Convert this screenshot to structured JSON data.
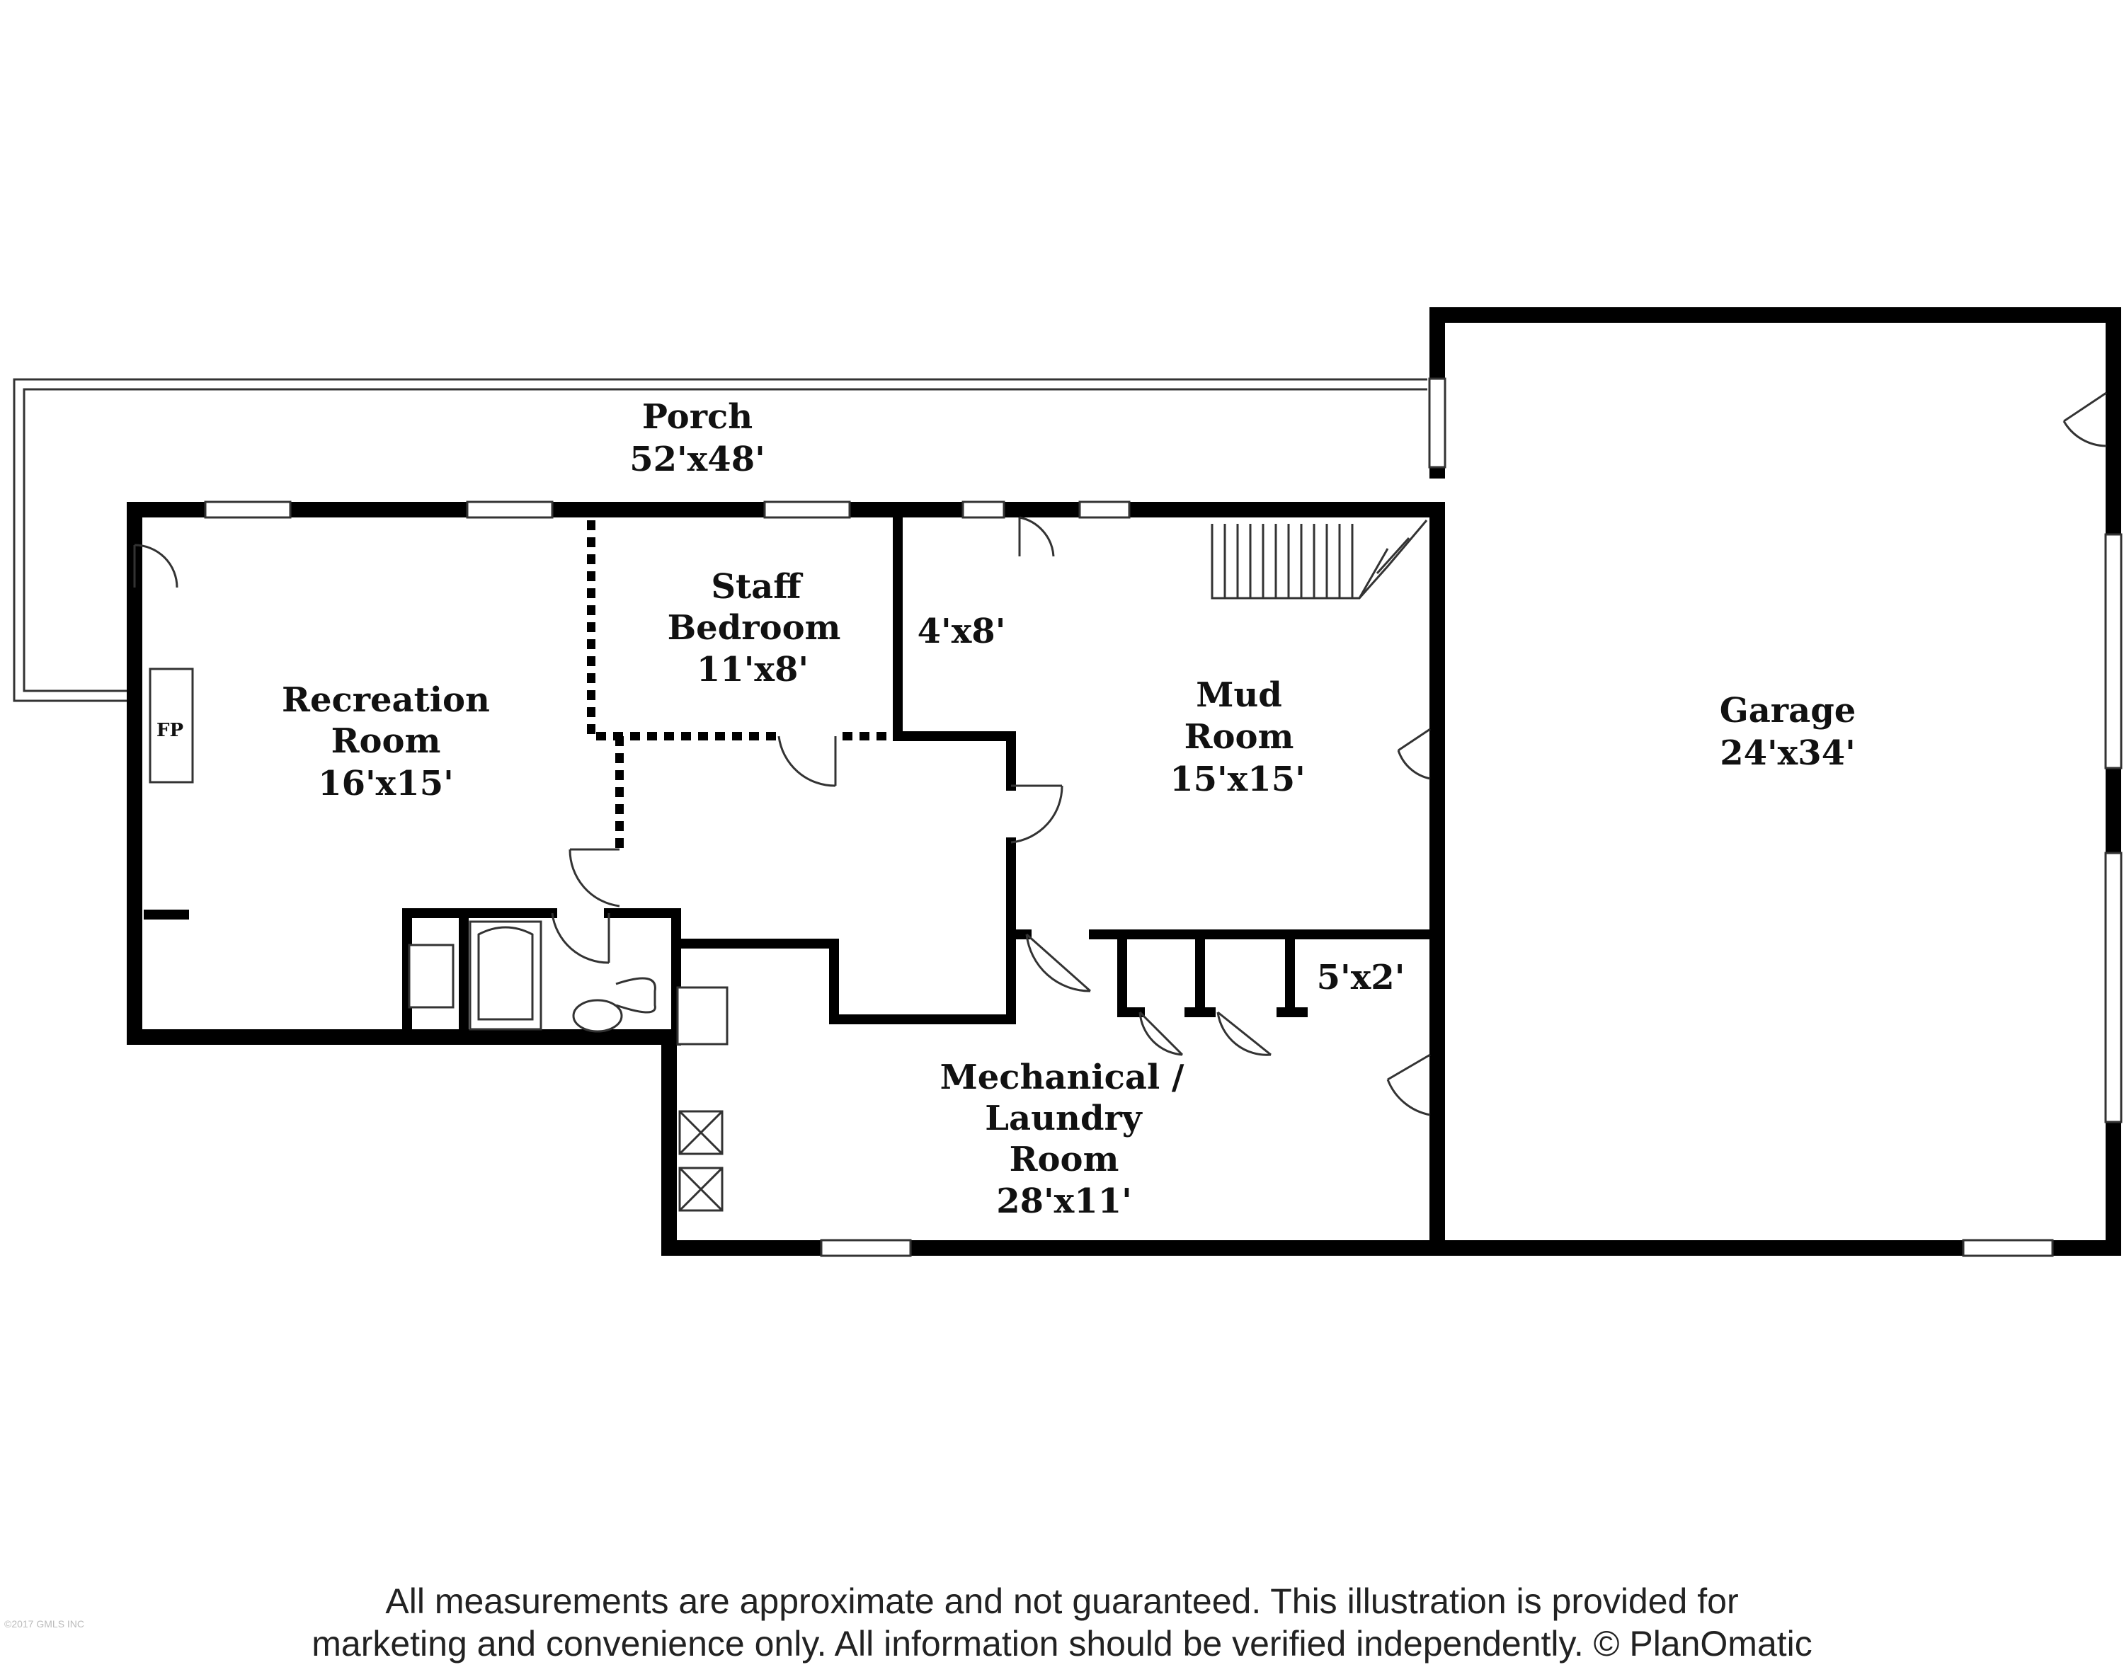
{
  "rooms": {
    "porch": {
      "name": "Porch",
      "size": "52'x48'"
    },
    "staff_bedroom": {
      "name_line1": "Staff",
      "name_line2": "Bedroom",
      "size": "11'x8'"
    },
    "closet_4x8": {
      "size": "4'x8'"
    },
    "recreation_room": {
      "name_line1": "Recreation",
      "name_line2": "Room",
      "size": "16'x15'"
    },
    "mud_room": {
      "name_line1": "Mud",
      "name_line2": "Room",
      "size": "15'x15'"
    },
    "garage": {
      "name": "Garage",
      "size": "24'x34'"
    },
    "closet_5x2": {
      "size": "5'x2'"
    },
    "mechanical": {
      "name_line1": "Mechanical /",
      "name_line2": "Laundry",
      "name_line3": "Room",
      "size": "28'x11'"
    }
  },
  "fireplace_label": "FP",
  "disclaimer": {
    "line1": "All measurements are approximate and not guaranteed. This illustration is provided for",
    "line2": "marketing and convenience only. All information should be verified independently. © PlanOmatic"
  },
  "watermark": "©2017 GMLS INC",
  "colors": {
    "wall": "#000000",
    "background": "#ffffff",
    "thin_line": "#333333"
  }
}
